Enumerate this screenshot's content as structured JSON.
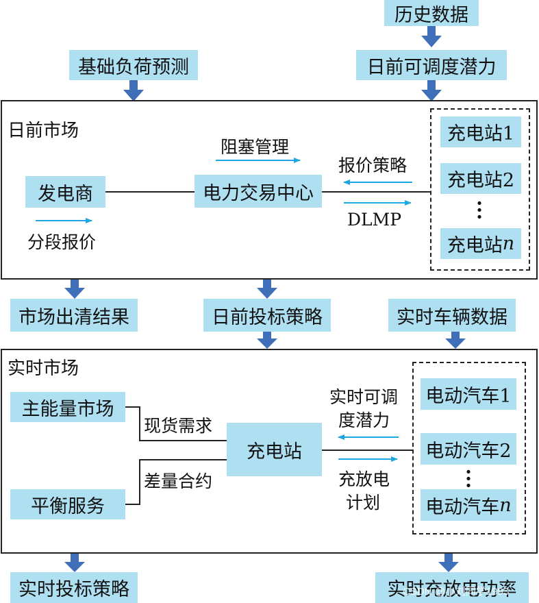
{
  "top_inputs": {
    "history": "历史数据",
    "base_load": "基础负荷预测",
    "day_ahead_potential": "日前可调度潜力"
  },
  "day_ahead": {
    "title": "日前市场",
    "generator": "发电商",
    "center": "电力交易中心",
    "congestion": "阻塞管理",
    "bid_strategy": "报价策略",
    "dlmp": "DLMP",
    "segment_bid": "分段报价",
    "stations": [
      "充电站1",
      "充电站2",
      "充电站"
    ],
    "station_n_suffix": "n"
  },
  "middle_outputs": {
    "clearing": "市场出清结果",
    "bidding": "日前投标策略",
    "vehicle_data": "实时车辆数据"
  },
  "real_time": {
    "title": "实时市场",
    "main_energy": "主能量市场",
    "balancing": "平衡服务",
    "spot": "现货需求",
    "diff_contract": "差量合约",
    "station": "充电站",
    "rt_potential_line1": "实时可调",
    "rt_potential_line2": "度潜力",
    "charge_plan_line1": "充放电",
    "charge_plan_line2": "计划",
    "evs": [
      "电动汽车1",
      "电动汽车2",
      "电动汽车"
    ],
    "ev_n_suffix": "n"
  },
  "bottom_outputs": {
    "rt_bidding": "实时投标策略",
    "rt_power": "实时充放电功率"
  },
  "watermark": "CSDN @小刘同学1993",
  "colors": {
    "box_fill": "#aee0f2",
    "arrow_blue": "#3f6fb8",
    "flow_cyan": "#1ea6e0",
    "line": "#222222"
  }
}
